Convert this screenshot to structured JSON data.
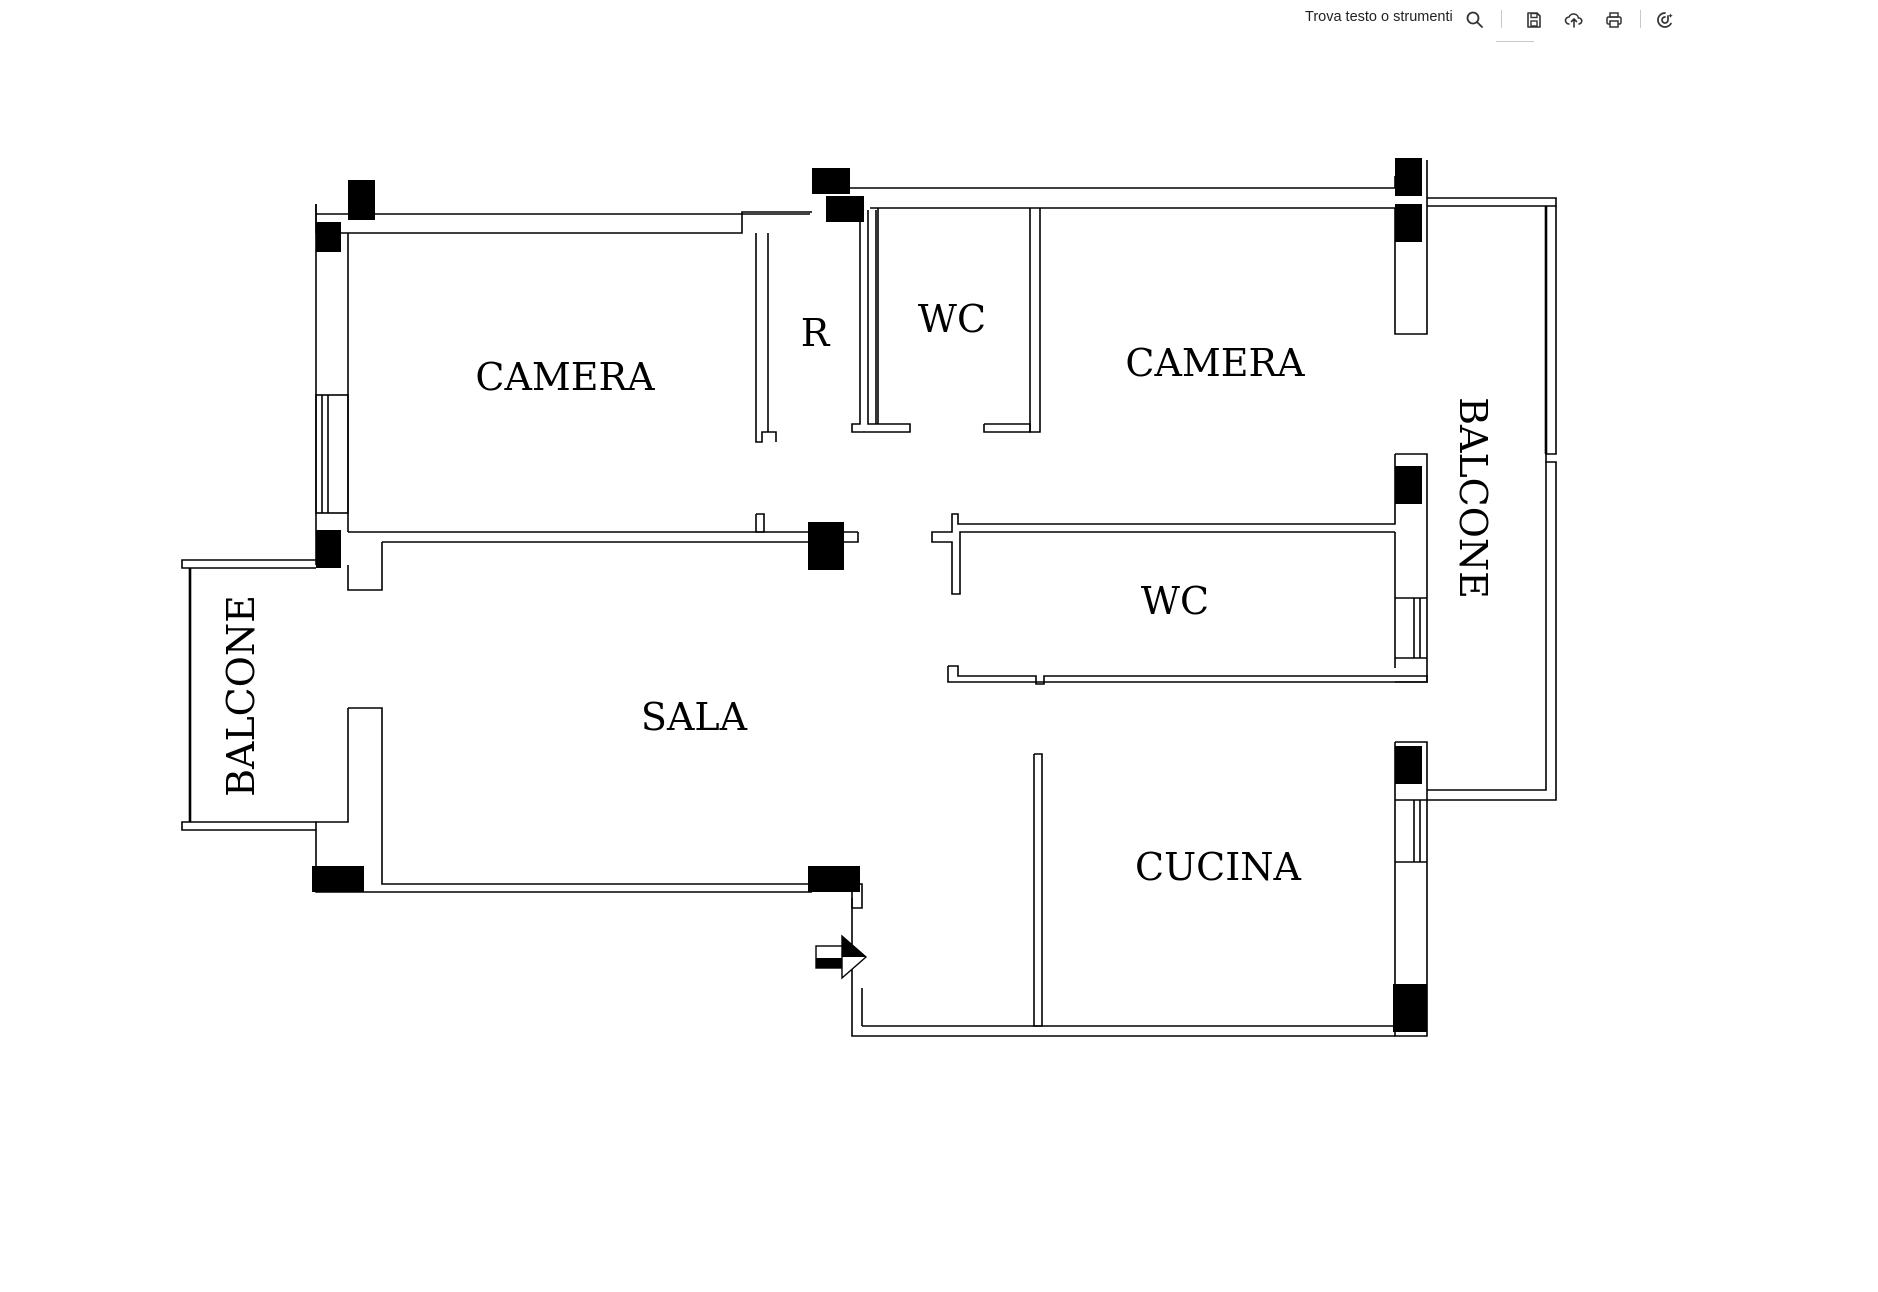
{
  "toolbar": {
    "find_placeholder": "Trova testo o strumenti",
    "icons": [
      "search-icon",
      "save-icon",
      "cloud-upload-icon",
      "print-icon",
      "ai-assistant-icon"
    ]
  },
  "plan": {
    "rooms": {
      "camera_left": "CAMERA",
      "ripostiglio": "R",
      "wc_top": "WC",
      "camera_right": "CAMERA",
      "wc_mid": "WC",
      "sala": "SALA",
      "cucina": "CUCINA",
      "balcone_left": "BALCONE",
      "balcone_right": "BALCONE"
    },
    "colors": {
      "wall": "#000000",
      "background": "#ffffff"
    }
  }
}
